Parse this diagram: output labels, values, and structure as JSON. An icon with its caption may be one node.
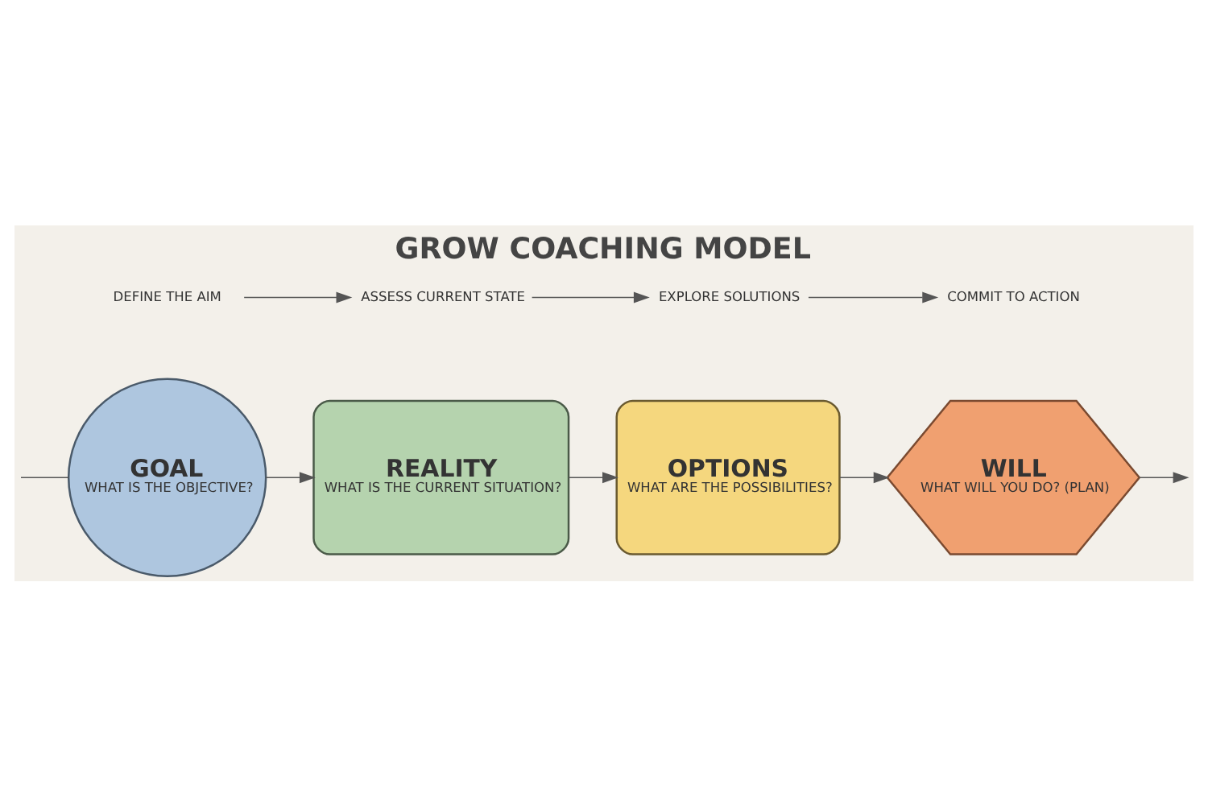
{
  "diagram": {
    "title": "GROW COACHING MODEL",
    "nodes": [
      {
        "text": [
          "GOAL",
          "WHAT IS THE OBJECTIVE?"
        ]
      },
      {
        "text": [
          "REALITY",
          "WHAT IS THE CURRENT SITUATION?"
        ]
      },
      {
        "text": [
          "OPTIONS",
          "WHAT ARE THE POSSIBILITIES?"
        ]
      },
      {
        "text": [
          "WILL",
          "WHAT WILL YOU DO? (PLAN)"
        ]
      },
      {
        "text": [
          "DEFINE THE AIM"
        ]
      },
      {
        "text": [
          "ASSESS CURRENT STATE"
        ]
      },
      {
        "text": [
          "EXPLORE SOLUTIONS"
        ]
      },
      {
        "text": [
          "COMMIT TO ACTION"
        ]
      }
    ],
    "edges": [
      {
        "from": null,
        "to": 0,
        "arrow": "none"
      },
      {
        "from": 0,
        "to": 1,
        "arrow": "to"
      },
      {
        "from": 1,
        "to": 2,
        "arrow": "to"
      },
      {
        "from": 2,
        "to": 3,
        "arrow": "to"
      },
      {
        "from": 3,
        "to": null,
        "arrow": "to"
      },
      {
        "from": 4,
        "to": 5,
        "arrow": "to"
      },
      {
        "from": 5,
        "to": 6,
        "arrow": "to"
      },
      {
        "from": 6,
        "to": 7,
        "arrow": "to"
      }
    ]
  }
}
